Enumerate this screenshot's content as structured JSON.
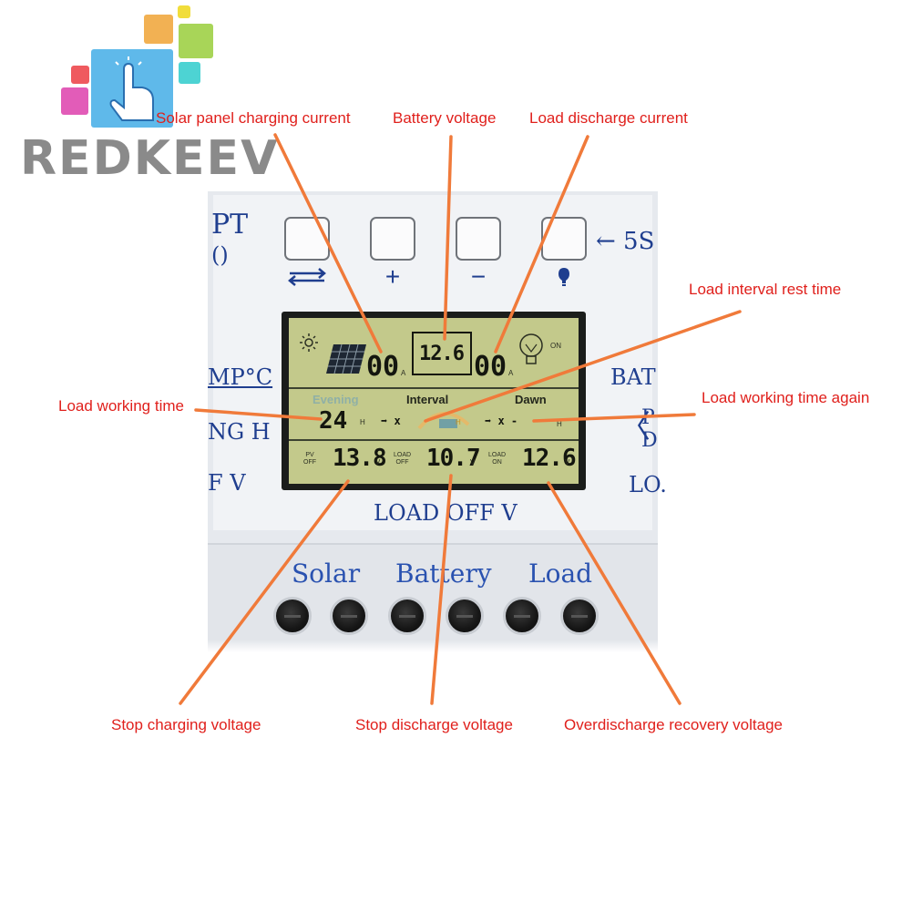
{
  "brand": {
    "name": "REDKEEV"
  },
  "colors": {
    "annotation_text": "#e0201c",
    "annotation_arrow": "#f07a3a",
    "device_label": "#1f3e8f",
    "lcd_background": "#c3c98b"
  },
  "device": {
    "model_partial": "PT",
    "model_line2": "()",
    "buttons": [
      {
        "symbol": "⇄",
        "icon": "switch-arrows-icon"
      },
      {
        "symbol": "+",
        "icon": "plus-icon"
      },
      {
        "symbol": "−",
        "icon": "minus-icon"
      },
      {
        "symbol": "💡",
        "icon": "bulb-icon"
      }
    ],
    "button_hint": "← 5S",
    "left_labels": {
      "temp": "MP°C",
      "charging": "NG H",
      "v": "F V"
    },
    "right_labels": {
      "battery": "BAT",
      "pa_da": "P\nD",
      "load": "LO."
    },
    "bottom_label": "LOAD OFF V",
    "terminal_labels": {
      "solar": "Solar",
      "battery": "Battery",
      "load": "Load"
    }
  },
  "lcd": {
    "pv_current": "00",
    "pv_current_unit": "A",
    "battery_voltage": "12.6",
    "load_current": "00",
    "load_current_unit": "A",
    "bulb_status": "ON",
    "period_labels": {
      "evening": "Evening",
      "interval": "Interval",
      "dawn": "Dawn"
    },
    "load_working_time": "24",
    "time_unit": "H",
    "interval_text": "➡ x",
    "dawn_text": "➡ x -",
    "dawn_unit": "H",
    "interval_unit": "H",
    "pv_off_label": "PV\nOFF",
    "pv_off_voltage": "13.8",
    "load_off_label": "LOAD\nOFF",
    "load_off_voltage": "10.7",
    "load_on_label": "LOAD\nON",
    "load_on_voltage": "12.6",
    "voltage_unit": "V"
  },
  "annotations": {
    "solar_current": "Solar panel charging current",
    "battery_voltage": "Battery voltage",
    "load_current": "Load discharge current",
    "interval_rest": "Load interval rest time",
    "working_time": "Load working time",
    "working_time_again": "Load working time again",
    "stop_charging": "Stop charging voltage",
    "stop_discharge": "Stop discharge voltage",
    "overdischarge_recovery": "Overdischarge recovery voltage"
  }
}
